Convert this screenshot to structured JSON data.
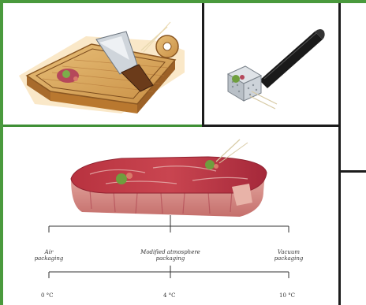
{
  "branches": {
    "air": "Air\npackaging",
    "modified": "Modified atmosphere\npackaging",
    "vacuum": "Vacuum\npackaging"
  },
  "temperatures": {
    "t1": "0 °C",
    "t2": "4 °C",
    "t3": "10 °C"
  },
  "colors": {
    "border_green": "#4a9a3d",
    "wood": "#d9a85c",
    "meat": "#a8283a",
    "handle": "#222222"
  }
}
